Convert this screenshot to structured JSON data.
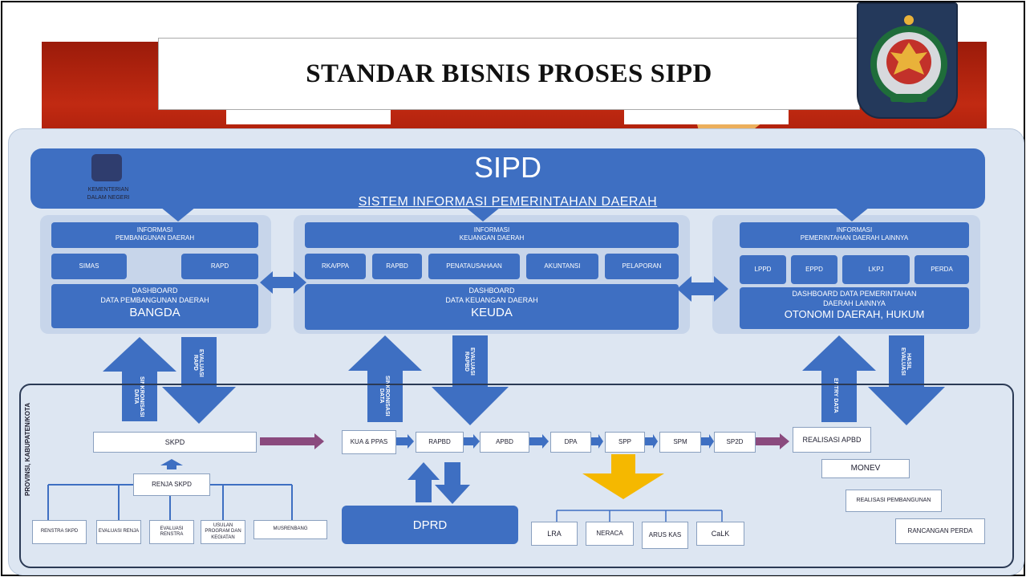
{
  "slide": {
    "title": "STANDAR BISNIS PROSES SIPD"
  },
  "header": {
    "app_name": "SIPD",
    "app_full": "SISTEM INFORMASI PEMERINTAHAN DAERAH",
    "ministry_line1": "KEMENTERIAN",
    "ministry_line2": "DALAM NEGERI"
  },
  "panels": {
    "bangda": {
      "header_line1": "INFORMASI",
      "header_line2": "PEMBANGUNAN DAERAH",
      "items": [
        "SIMAS",
        "RAPD"
      ],
      "dashboard_line1": "DASHBOARD",
      "dashboard_line2": "DATA PEMBANGUNAN DAERAH",
      "unit": "BANGDA"
    },
    "keuda": {
      "header_line1": "INFORMASI",
      "header_line2": "KEUANGAN DAERAH",
      "items": [
        "RKA/PPA",
        "RAPBD",
        "PENATAUSAHAAN",
        "AKUNTANSI",
        "PELAPORAN"
      ],
      "dashboard_line1": "DASHBOARD",
      "dashboard_line2": "DATA KEUANGAN DAERAH",
      "unit": "KEUDA"
    },
    "otda": {
      "header_line1": "INFORMASI",
      "header_line2": "PEMERINTAHAN DAERAH LAINNYA",
      "items": [
        "LPPD",
        "EPPD",
        "LKPJ",
        "PERDA"
      ],
      "dashboard_line1": "DASHBOARD DATA PEMERINTAHAN",
      "dashboard_line2": "DAERAH LAINNYA",
      "unit": "OTONOMI DAERAH, HUKUM"
    }
  },
  "arrows": {
    "a1_up": "SINKRONISASI DATA",
    "a1_down": "EVALUASI RAPD",
    "a2_up": "SINKRONISASI DATA",
    "a2_down": "EVALUASI RAPBD",
    "a3_up": "ENTRY DATA",
    "a3_down": "HASIL EVALUASI"
  },
  "bottom": {
    "side_label": "PROVINSI, KABUPATEN/KOTA",
    "skpd": "SKPD",
    "renja": "RENJA SKPD",
    "renja_inputs": [
      "RENSTRA SKPD",
      "EVALUASI RENJA",
      "EVALUASI RENSTRA",
      "USULAN PROGRAM DAN KEGIATAN",
      "MUSRENBANG"
    ],
    "flow": [
      "KUA & PPAS",
      "RAPBD",
      "APBD",
      "DPA",
      "SPP",
      "SPM",
      "SP2D"
    ],
    "realisasi": "REALISASI APBD",
    "monev": "MONEV",
    "realisasi_pembangunan": "REALISASI PEMBANGUNAN",
    "rancangan_perda": "RANCANGAN PERDA",
    "dprd": "DPRD",
    "reports": [
      "LRA",
      "NERACA",
      "ARUS KAS",
      "CaLK"
    ]
  }
}
